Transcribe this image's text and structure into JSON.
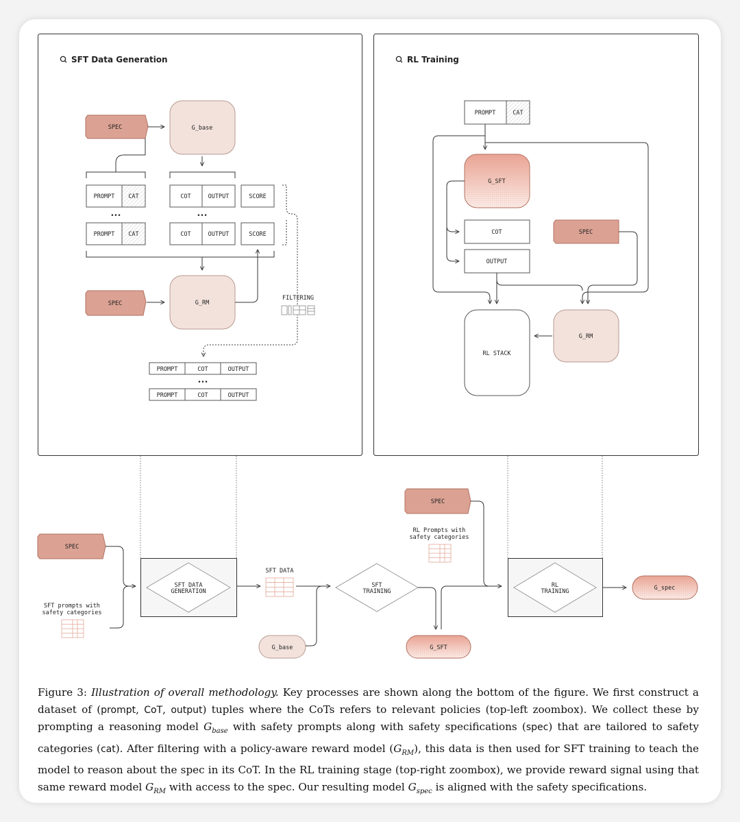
{
  "panels": {
    "sft_title": "SFT Data Generation",
    "rl_title": "RL Training"
  },
  "labels": {
    "spec": "SPEC",
    "prompt": "PROMPT",
    "cat": "CAT",
    "cot": "COT",
    "output": "OUTPUT",
    "score": "SCORE",
    "ellipsis": "•••",
    "g_base": "G_base",
    "g_rm": "G_RM",
    "g_sft": "G_SFT",
    "g_spec": "G_spec",
    "filtering": "FILTERING",
    "rl_stack": "RL STACK",
    "sft_data_generation_l1": "SFT DATA",
    "sft_data_generation_l2": "GENERATION",
    "sft_data": "SFT DATA",
    "sft_training_l1": "SFT",
    "sft_training_l2": "TRAINING",
    "rl_training_l1": "RL",
    "rl_training_l2": "TRAINING",
    "rl_prompts_l1": "RL Prompts with",
    "rl_prompts_l2": "safety categories",
    "sft_prompts_l1": "SFT prompts with",
    "sft_prompts_l2": "safety categories"
  },
  "caption": {
    "figure_label": "Figure 3:",
    "title": "Illustration of overall methodology.",
    "s1": " Key processes are shown along the bottom of the figure. We first construct a dataset of (",
    "t_prompt": "prompt",
    "t_cot": "CoT",
    "t_output": "output",
    "s2": ") tuples where the CoTs refers to relevant policies (top-left zoombox). We collect these by prompting a reasoning model ",
    "g": "G",
    "sub_base": "base",
    "s3": " with safety prompts along with safety specifications (",
    "t_spec": "spec",
    "s4": ") that are tailored to safety categories (",
    "t_cat": "cat",
    "s5": "). After filtering with a policy-aware reward model (",
    "sub_rm": "RM",
    "s6": "), this data is then used for SFT training to teach the model to reason about the spec in its CoT. In the RL training stage (top-right zoombox), we provide reward signal using that same reward model ",
    "s7": " with access to the spec. Our resulting model ",
    "sub_spec": "spec",
    "s8": " is aligned with the safety specifications."
  }
}
